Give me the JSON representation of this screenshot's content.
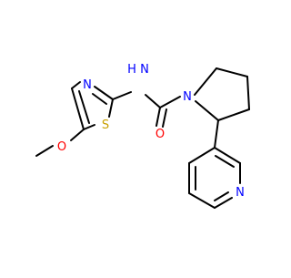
{
  "molecule": {
    "atom_labels": {
      "thiazole_n": "N",
      "thiazole_s": "S",
      "amide_nh": "N",
      "amide_h": "H",
      "carbonyl_o": "O",
      "ether_o": "O",
      "pyrrolidine_n": "N",
      "pyridine_n": "N"
    },
    "colors": {
      "bond": "#000000",
      "nitrogen": "#0000ff",
      "oxygen": "#ff0000",
      "sulfur": "#c8a000"
    }
  }
}
